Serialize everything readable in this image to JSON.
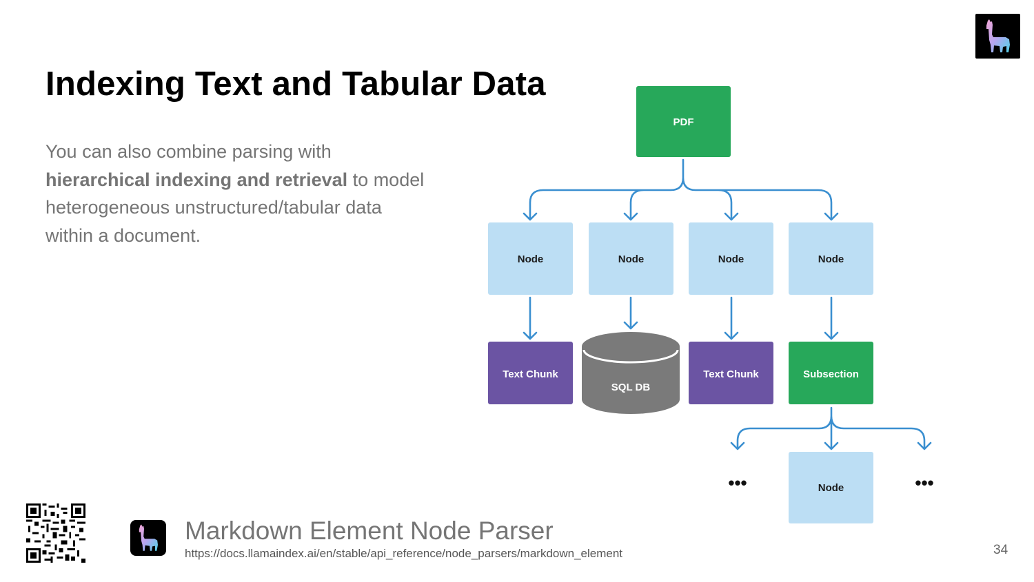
{
  "slide": {
    "title": "Indexing Text and Tabular Data",
    "body": {
      "part1": "You can also combine parsing with ",
      "bold": "hierarchical indexing and retrieval",
      "part2": " to model heterogeneous unstructured/tabular data within a document."
    },
    "page_number": "34"
  },
  "footer": {
    "title": "Markdown Element Node Parser",
    "url": "https://docs.llamaindex.ai/en/stable/api_reference/node_parsers/markdown_element"
  },
  "diagram": {
    "root": "PDF",
    "nodes": [
      "Node",
      "Node",
      "Node",
      "Node"
    ],
    "children": [
      "Text Chunk",
      "SQL DB",
      "Text Chunk",
      "Subsection"
    ],
    "subsection_child": "Node",
    "ellipsis_left": "•••",
    "ellipsis_right": "•••"
  },
  "colors": {
    "green": "#27a85a",
    "light_blue": "#bcdef4",
    "purple": "#6b54a3",
    "gray_db": "#7a7a7a",
    "arrow_blue": "#3a8fd0"
  },
  "icons": {
    "corner": "llama-logo-icon",
    "footer": "llama-logo-icon",
    "qr": "qr-code-icon"
  }
}
